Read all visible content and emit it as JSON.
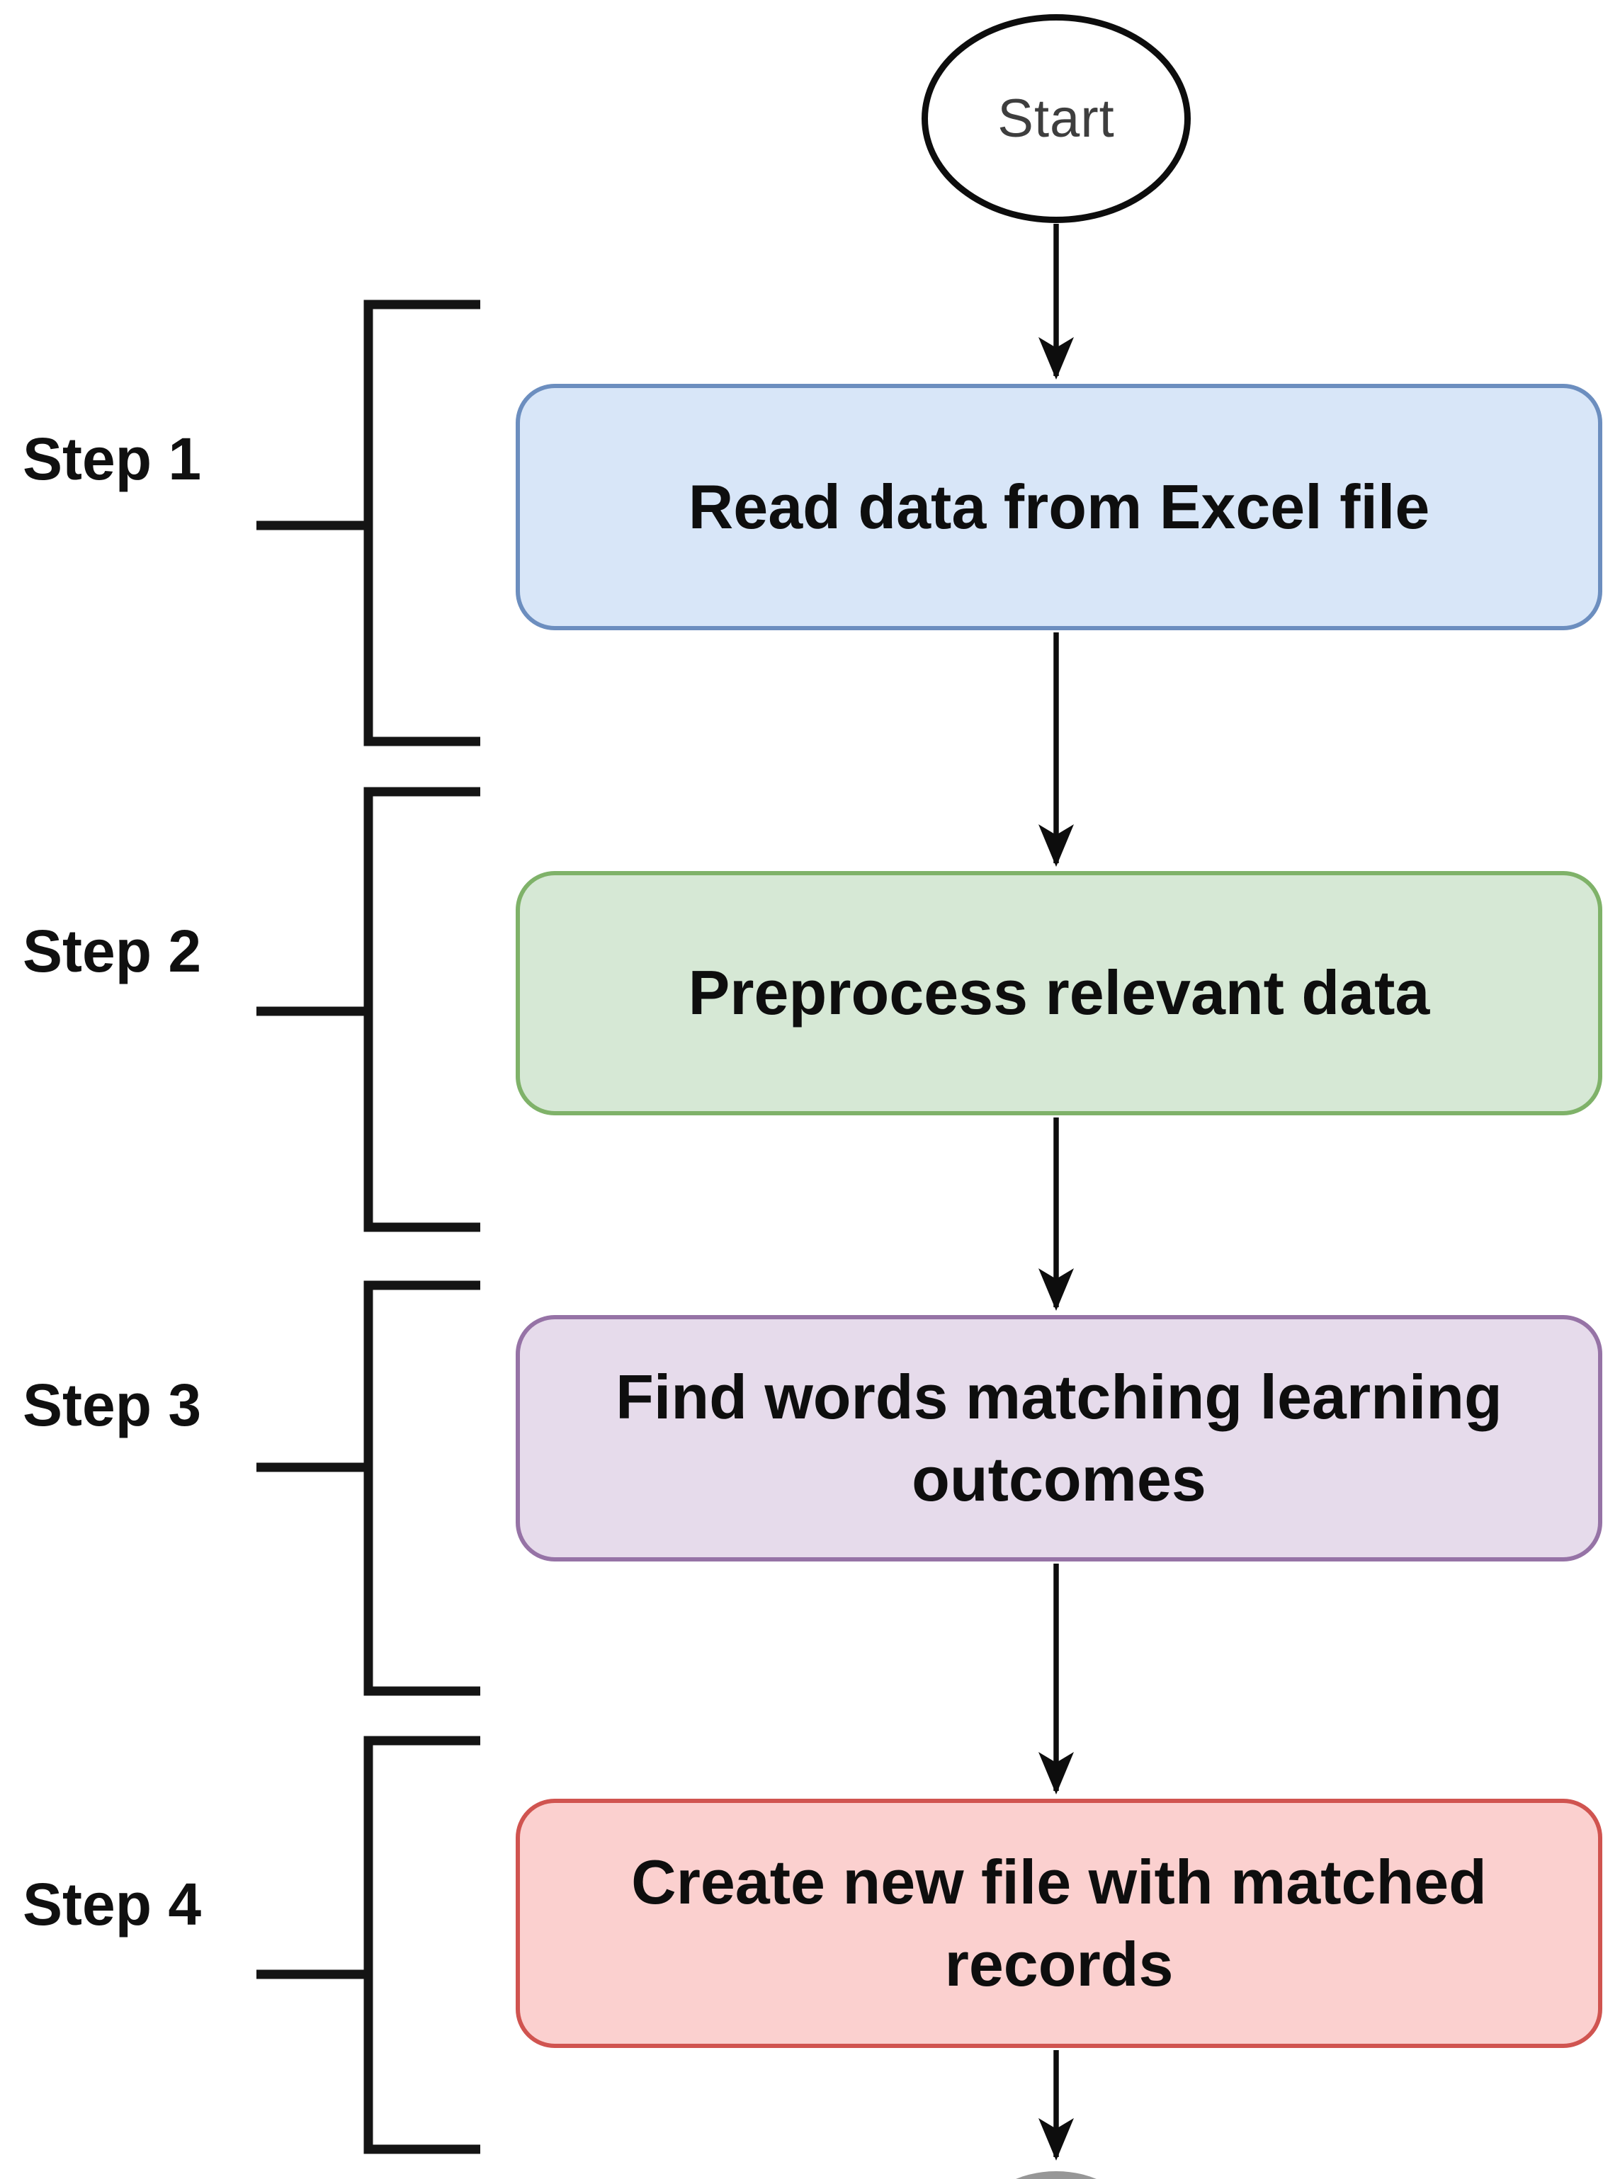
{
  "figure": {
    "type": "flowchart",
    "start_label": "Start",
    "steps": [
      {
        "label": "Step 1",
        "process": "Read data from Excel file",
        "fill": "#d8e6f8",
        "stroke": "#6c8ebf"
      },
      {
        "label": "Step 2",
        "process": "Preprocess relevant data",
        "fill": "#d6e8d5",
        "stroke": "#7fb269"
      },
      {
        "label": "Step 3",
        "process": "Find words matching learning outcomes",
        "fill": "#e6dbeb",
        "stroke": "#9673a6"
      },
      {
        "label": "Step 4",
        "process": "Create new file with matched records",
        "fill": "#fbd0cf",
        "stroke": "#d05450"
      }
    ],
    "colors": {
      "connector": "#0d0d0d",
      "bracket": "#141414",
      "start_text": "#3e3e3e",
      "process_text": "#0e0e0e",
      "end_node_partial": "#7d7d7d"
    }
  }
}
